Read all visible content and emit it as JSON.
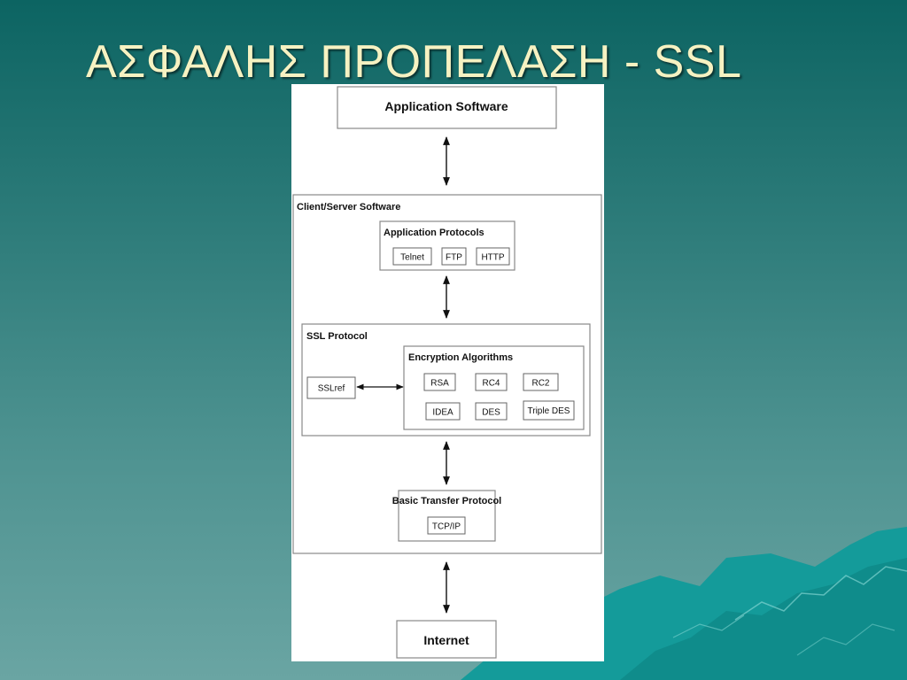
{
  "slide": {
    "title": "ΑΣΦΑΛΗΣ ΠΡΟΠΕΛΑΣΗ - SSL",
    "colors": {
      "background_top": "#0c6462",
      "background_bottom": "#6aa5a3",
      "title": "#f6f2c2",
      "mountain": "#149b9a"
    }
  },
  "diagram": {
    "application_software": "Application Software",
    "client_server": {
      "label": "Client/Server Software",
      "application_protocols": {
        "label": "Application Protocols",
        "items": [
          "Telnet",
          "FTP",
          "HTTP"
        ]
      },
      "ssl_protocol": {
        "label": "SSL Protocol",
        "sslref": "SSLref",
        "encryption_algorithms": {
          "label": "Encryption Algorithms",
          "items": [
            "RSA",
            "RC4",
            "RC2",
            "IDEA",
            "DES",
            "Triple DES"
          ]
        }
      },
      "basic_transfer_protocol": {
        "label": "Basic Transfer Protocol",
        "items": [
          "TCP/IP"
        ]
      }
    },
    "internet": "Internet"
  }
}
